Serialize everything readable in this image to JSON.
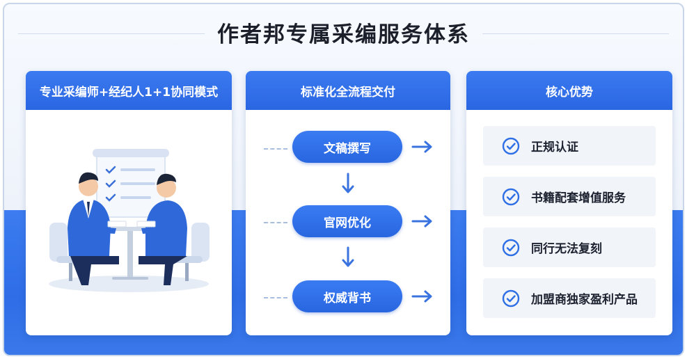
{
  "title": "作者邦专属采编服务体系",
  "cards": [
    {
      "header": "专业采编师+经纪人1+1协同模式",
      "illustration": "two-people-meeting-illustration"
    },
    {
      "header": "标准化全流程交付",
      "steps": [
        "文稿撰写",
        "官网优化",
        "权威背书"
      ]
    },
    {
      "header": "核心优势",
      "items": [
        "正规认证",
        "书籍配套增值服务",
        "同行无法复刻",
        "加盟商独家盈利产品"
      ]
    }
  ],
  "colors": {
    "accent": "#2f6fe6",
    "card_bg": "#ffffff",
    "item_bg": "#f1f4f9",
    "text_dark": "#1d2230"
  },
  "icons": {
    "step_connector": "arrow-right-icon",
    "step_down": "arrow-down-icon",
    "advantage": "check-circle-icon"
  }
}
